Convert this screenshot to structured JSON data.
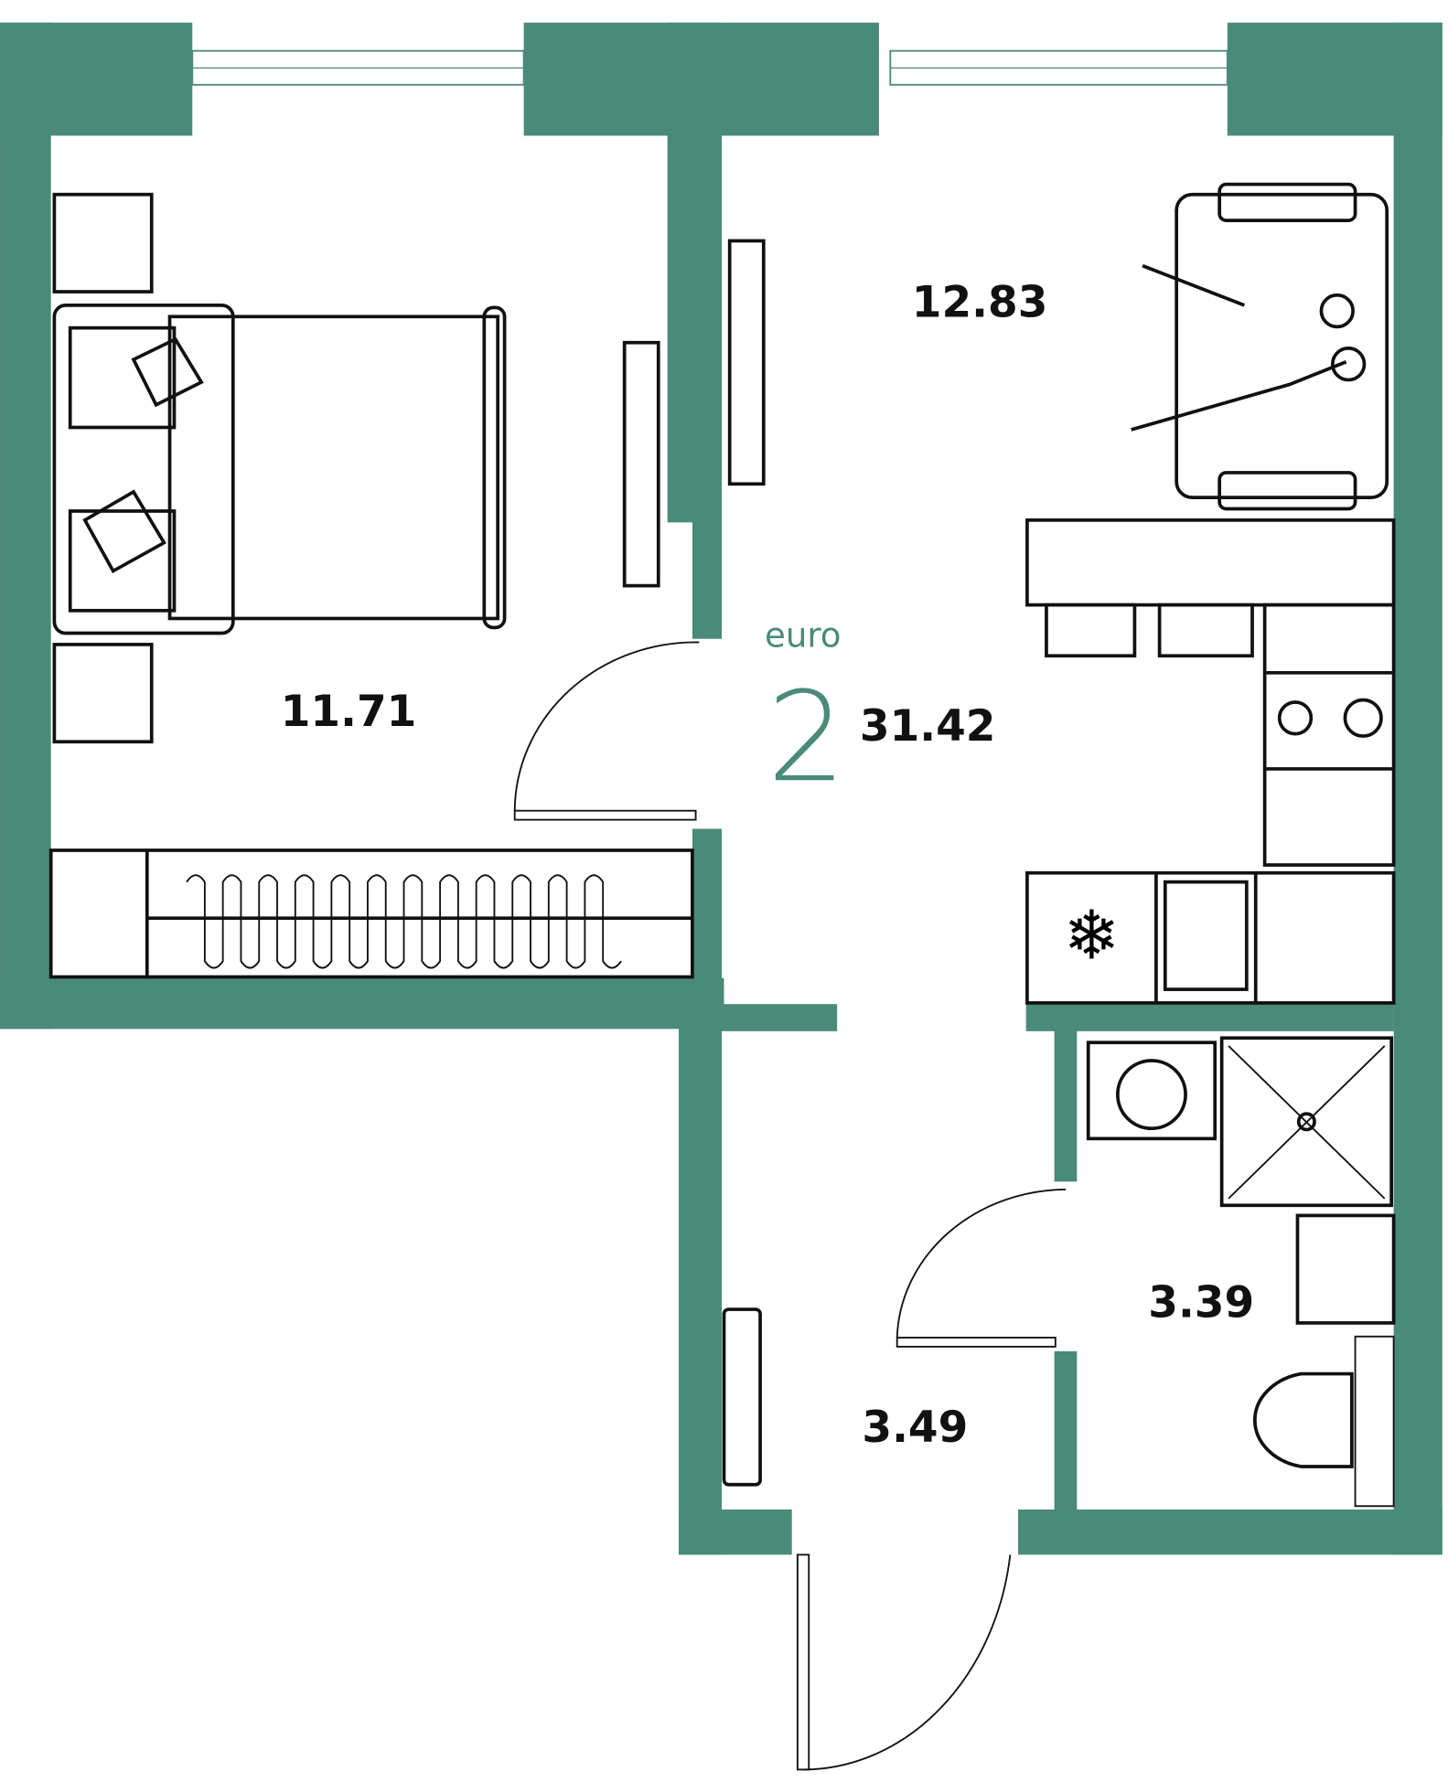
{
  "plan": {
    "type_label": "euro",
    "rooms_count": "2",
    "total_area": "31.42",
    "wall_color": "#4a8a78",
    "rooms": [
      {
        "name": "bedroom",
        "area": "11.71"
      },
      {
        "name": "living-kitchen",
        "area": "12.83"
      },
      {
        "name": "bathroom",
        "area": "3.39"
      },
      {
        "name": "hallway",
        "area": "3.49"
      }
    ]
  }
}
